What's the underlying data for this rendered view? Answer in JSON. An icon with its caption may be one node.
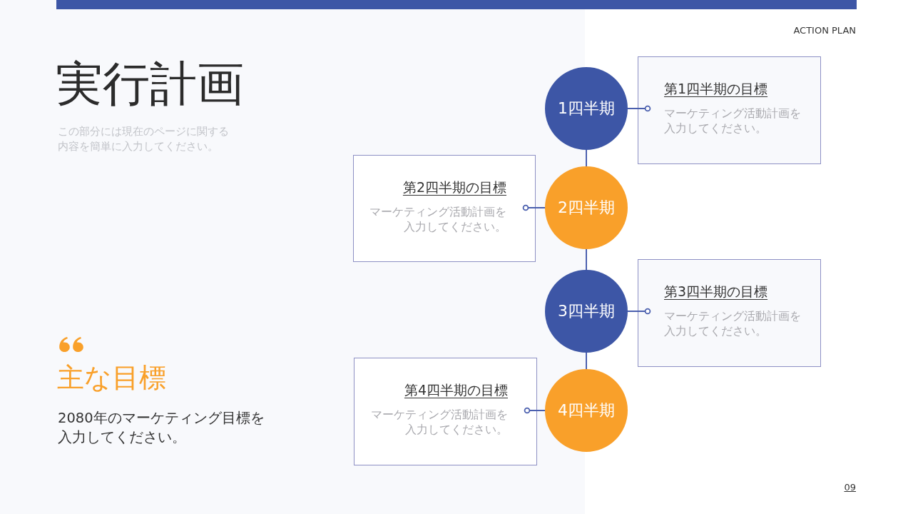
{
  "diagram": {
    "title": "実行計画",
    "nodes": [
      {
        "text": [
          "1四半期"
        ]
      },
      {
        "text": [
          "第1四半期の目標",
          "マーケティング活動計画を入力してください。"
        ]
      },
      {
        "text": [
          "2四半期"
        ]
      },
      {
        "text": [
          "第2四半期の目標",
          "マーケティング活動計画を入力してください。"
        ]
      },
      {
        "text": [
          "3四半期"
        ]
      },
      {
        "text": [
          "第3四半期の目標",
          "マーケティング活動計画を入力してください。"
        ]
      },
      {
        "text": [
          "4四半期"
        ]
      },
      {
        "text": [
          "第4四半期の目標",
          "マーケティング活動計画を入力してください。"
        ]
      }
    ],
    "edges": [
      {
        "from": 0,
        "to": 1,
        "arrow": "other"
      },
      {
        "from": 0,
        "to": 2,
        "arrow": "none"
      },
      {
        "from": 2,
        "to": 3,
        "arrow": "other"
      },
      {
        "from": 2,
        "to": 4,
        "arrow": "none"
      },
      {
        "from": 4,
        "to": 5,
        "arrow": "other"
      },
      {
        "from": 4,
        "to": 6,
        "arrow": "none"
      },
      {
        "from": 6,
        "to": 7,
        "arrow": "other"
      }
    ],
    "labels": [
      "ACTION PLAN",
      "この部分には現在のページに関する内容を簡単に入力してください。",
      "主な目標",
      "2080年のマーケティング目標を入力してください。",
      "09"
    ]
  }
}
